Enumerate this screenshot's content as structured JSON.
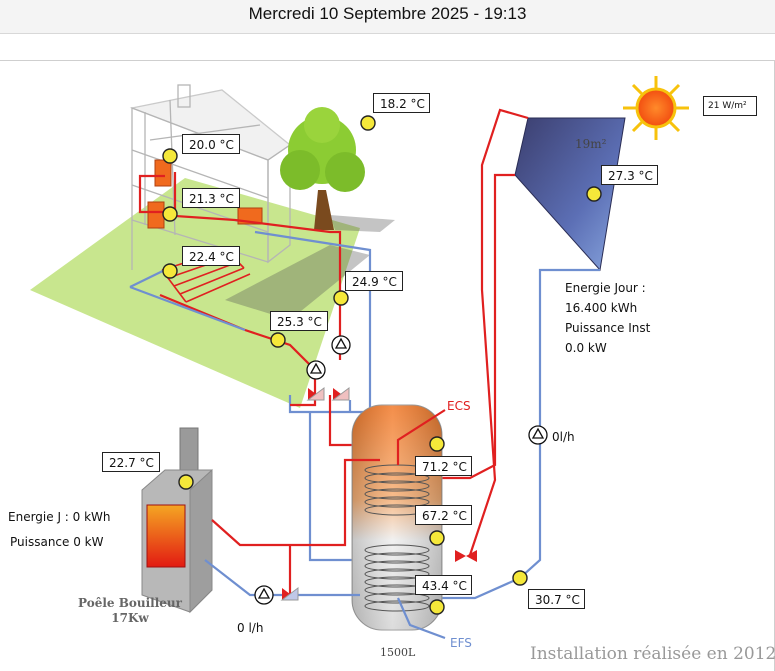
{
  "header": {
    "datetime": "Mercredi 10 Septembre 2025 - 19:13"
  },
  "irradiance": "21 W/m²",
  "panel_area": "19m²",
  "sensors": {
    "outdoor": "18.2 °C",
    "room_top": "20.0 °C",
    "room_mid": "21.3 °C",
    "floor": "22.4 °C",
    "supply": "24.9 °C",
    "return": "25.3 °C",
    "solar_panel": "27.3 °C",
    "stove": "22.7 °C",
    "tank_top": "71.2 °C",
    "tank_mid": "67.2 °C",
    "tank_bottom": "43.4 °C",
    "solar_return": "30.7 °C"
  },
  "solar": {
    "energy_label": "Energie Jour :",
    "energy_value": "16.400 kWh",
    "power_label": "Puissance Inst",
    "power_value": "0.0 kW",
    "flow": "0l/h"
  },
  "stove": {
    "energy_line": "Energie J : 0 kWh",
    "power_line": "Puissance  0 kW",
    "flow": "0 l/h",
    "name_line1": "Poêle Bouilleur",
    "name_line2": "17Kw"
  },
  "tank": {
    "ecs_label": "ECS",
    "efs_label": "EFS",
    "capacity": "1500L"
  },
  "footer": {
    "installation": "Installation réalisée en 2012"
  },
  "colors": {
    "hot": "#e02020",
    "cold": "#6f8fd0",
    "sensor": "#f5e83a",
    "grass": "#c8e68e"
  },
  "icons": [
    "sun-icon",
    "house-icon",
    "tree-icon",
    "solar-panel-icon",
    "stove-icon",
    "tank-icon",
    "pump-icon",
    "valve-icon"
  ]
}
